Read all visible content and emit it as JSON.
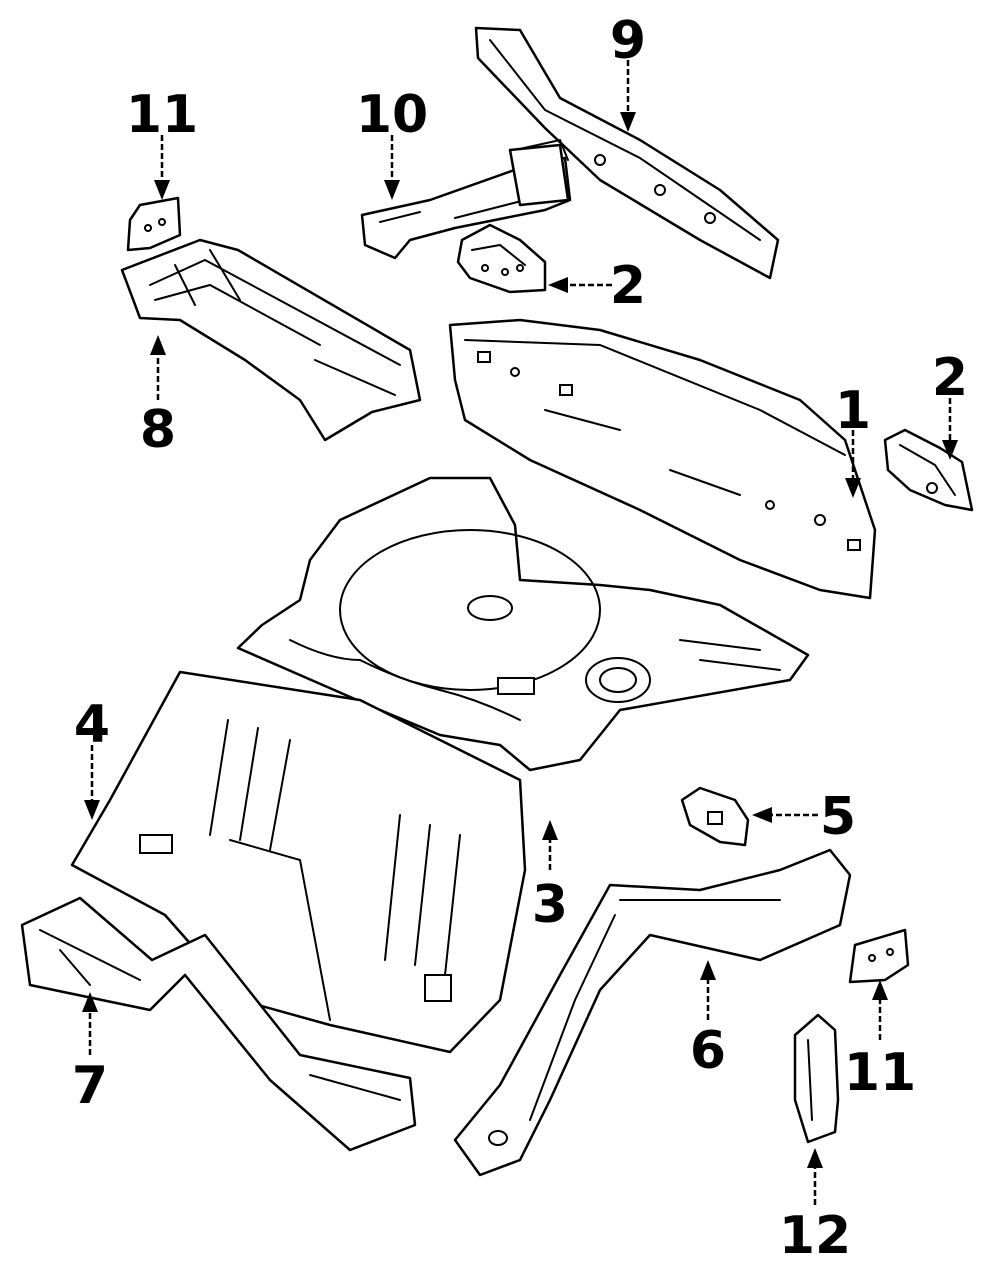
{
  "callouts": {
    "c1": "1",
    "c2a": "2",
    "c2b": "2",
    "c3": "3",
    "c4": "4",
    "c5": "5",
    "c6": "6",
    "c7": "7",
    "c8": "8",
    "c9": "9",
    "c10": "10",
    "c11a": "11",
    "c11b": "11",
    "c12": "12"
  },
  "colors": {
    "line": "#000000",
    "fill": "#ffffff"
  }
}
